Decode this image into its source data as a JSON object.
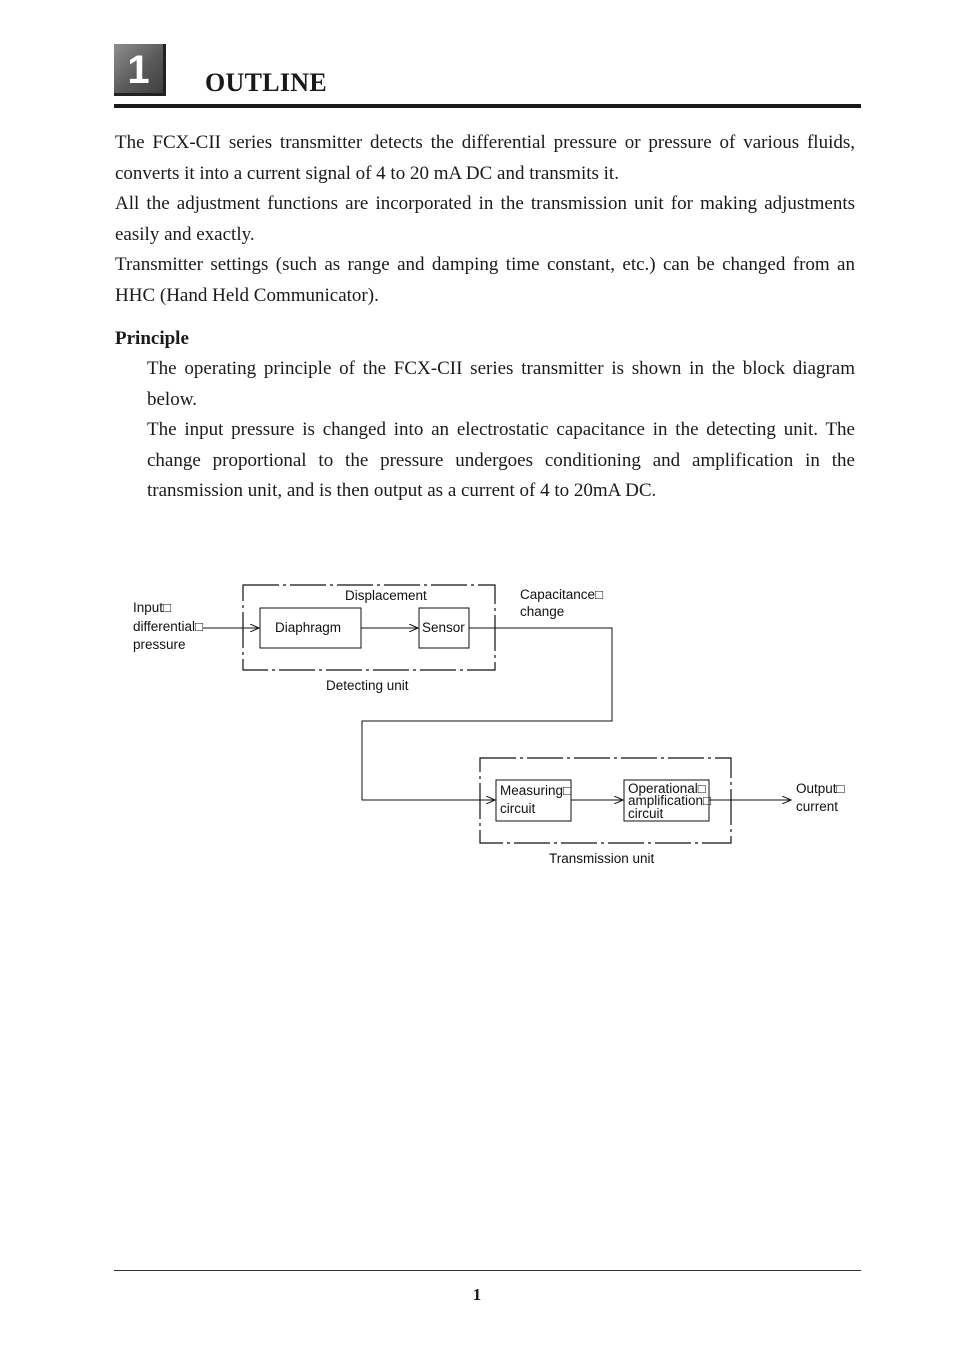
{
  "chapter": {
    "number": "1",
    "title": "OUTLINE"
  },
  "intro": [
    "The FCX-CII series transmitter detects the differential pressure or pressure of various fluids, converts it into a current signal of 4 to 20 mA DC and transmits it.",
    "All the adjustment functions are incorporated in the transmission unit for making adjustments easily and exactly.",
    "Transmitter settings (such as range and damping time constant, etc.) can be changed from an HHC (Hand Held Communicator)."
  ],
  "principle": {
    "heading": "Principle",
    "paragraphs": [
      "The operating principle of the FCX-CII series transmitter is shown in the block diagram below.",
      "The input pressure is changed into an electrostatic capacitance in the detecting unit. The change proportional to the pressure undergoes conditioning and amplification in the transmission unit, and is then output as a current of 4 to 20mA DC."
    ]
  },
  "diagram": {
    "input_label": [
      "Input□",
      "differential□",
      "pressure"
    ],
    "displacement_label": "Displacement",
    "diaphragm_label": "Diaphragm",
    "sensor_label": "Sensor",
    "detecting_unit_label": "Detecting unit",
    "capacitance_label": [
      "Capacitance□",
      "change"
    ],
    "measuring_circuit_label": [
      "Measuring□",
      "circuit"
    ],
    "opamp_circuit_label": [
      "Operational□",
      "amplification□",
      "circuit"
    ],
    "transmission_unit_label": "Transmission unit",
    "output_label": [
      "Output□",
      "current"
    ]
  },
  "footer": {
    "page_number": "1"
  }
}
